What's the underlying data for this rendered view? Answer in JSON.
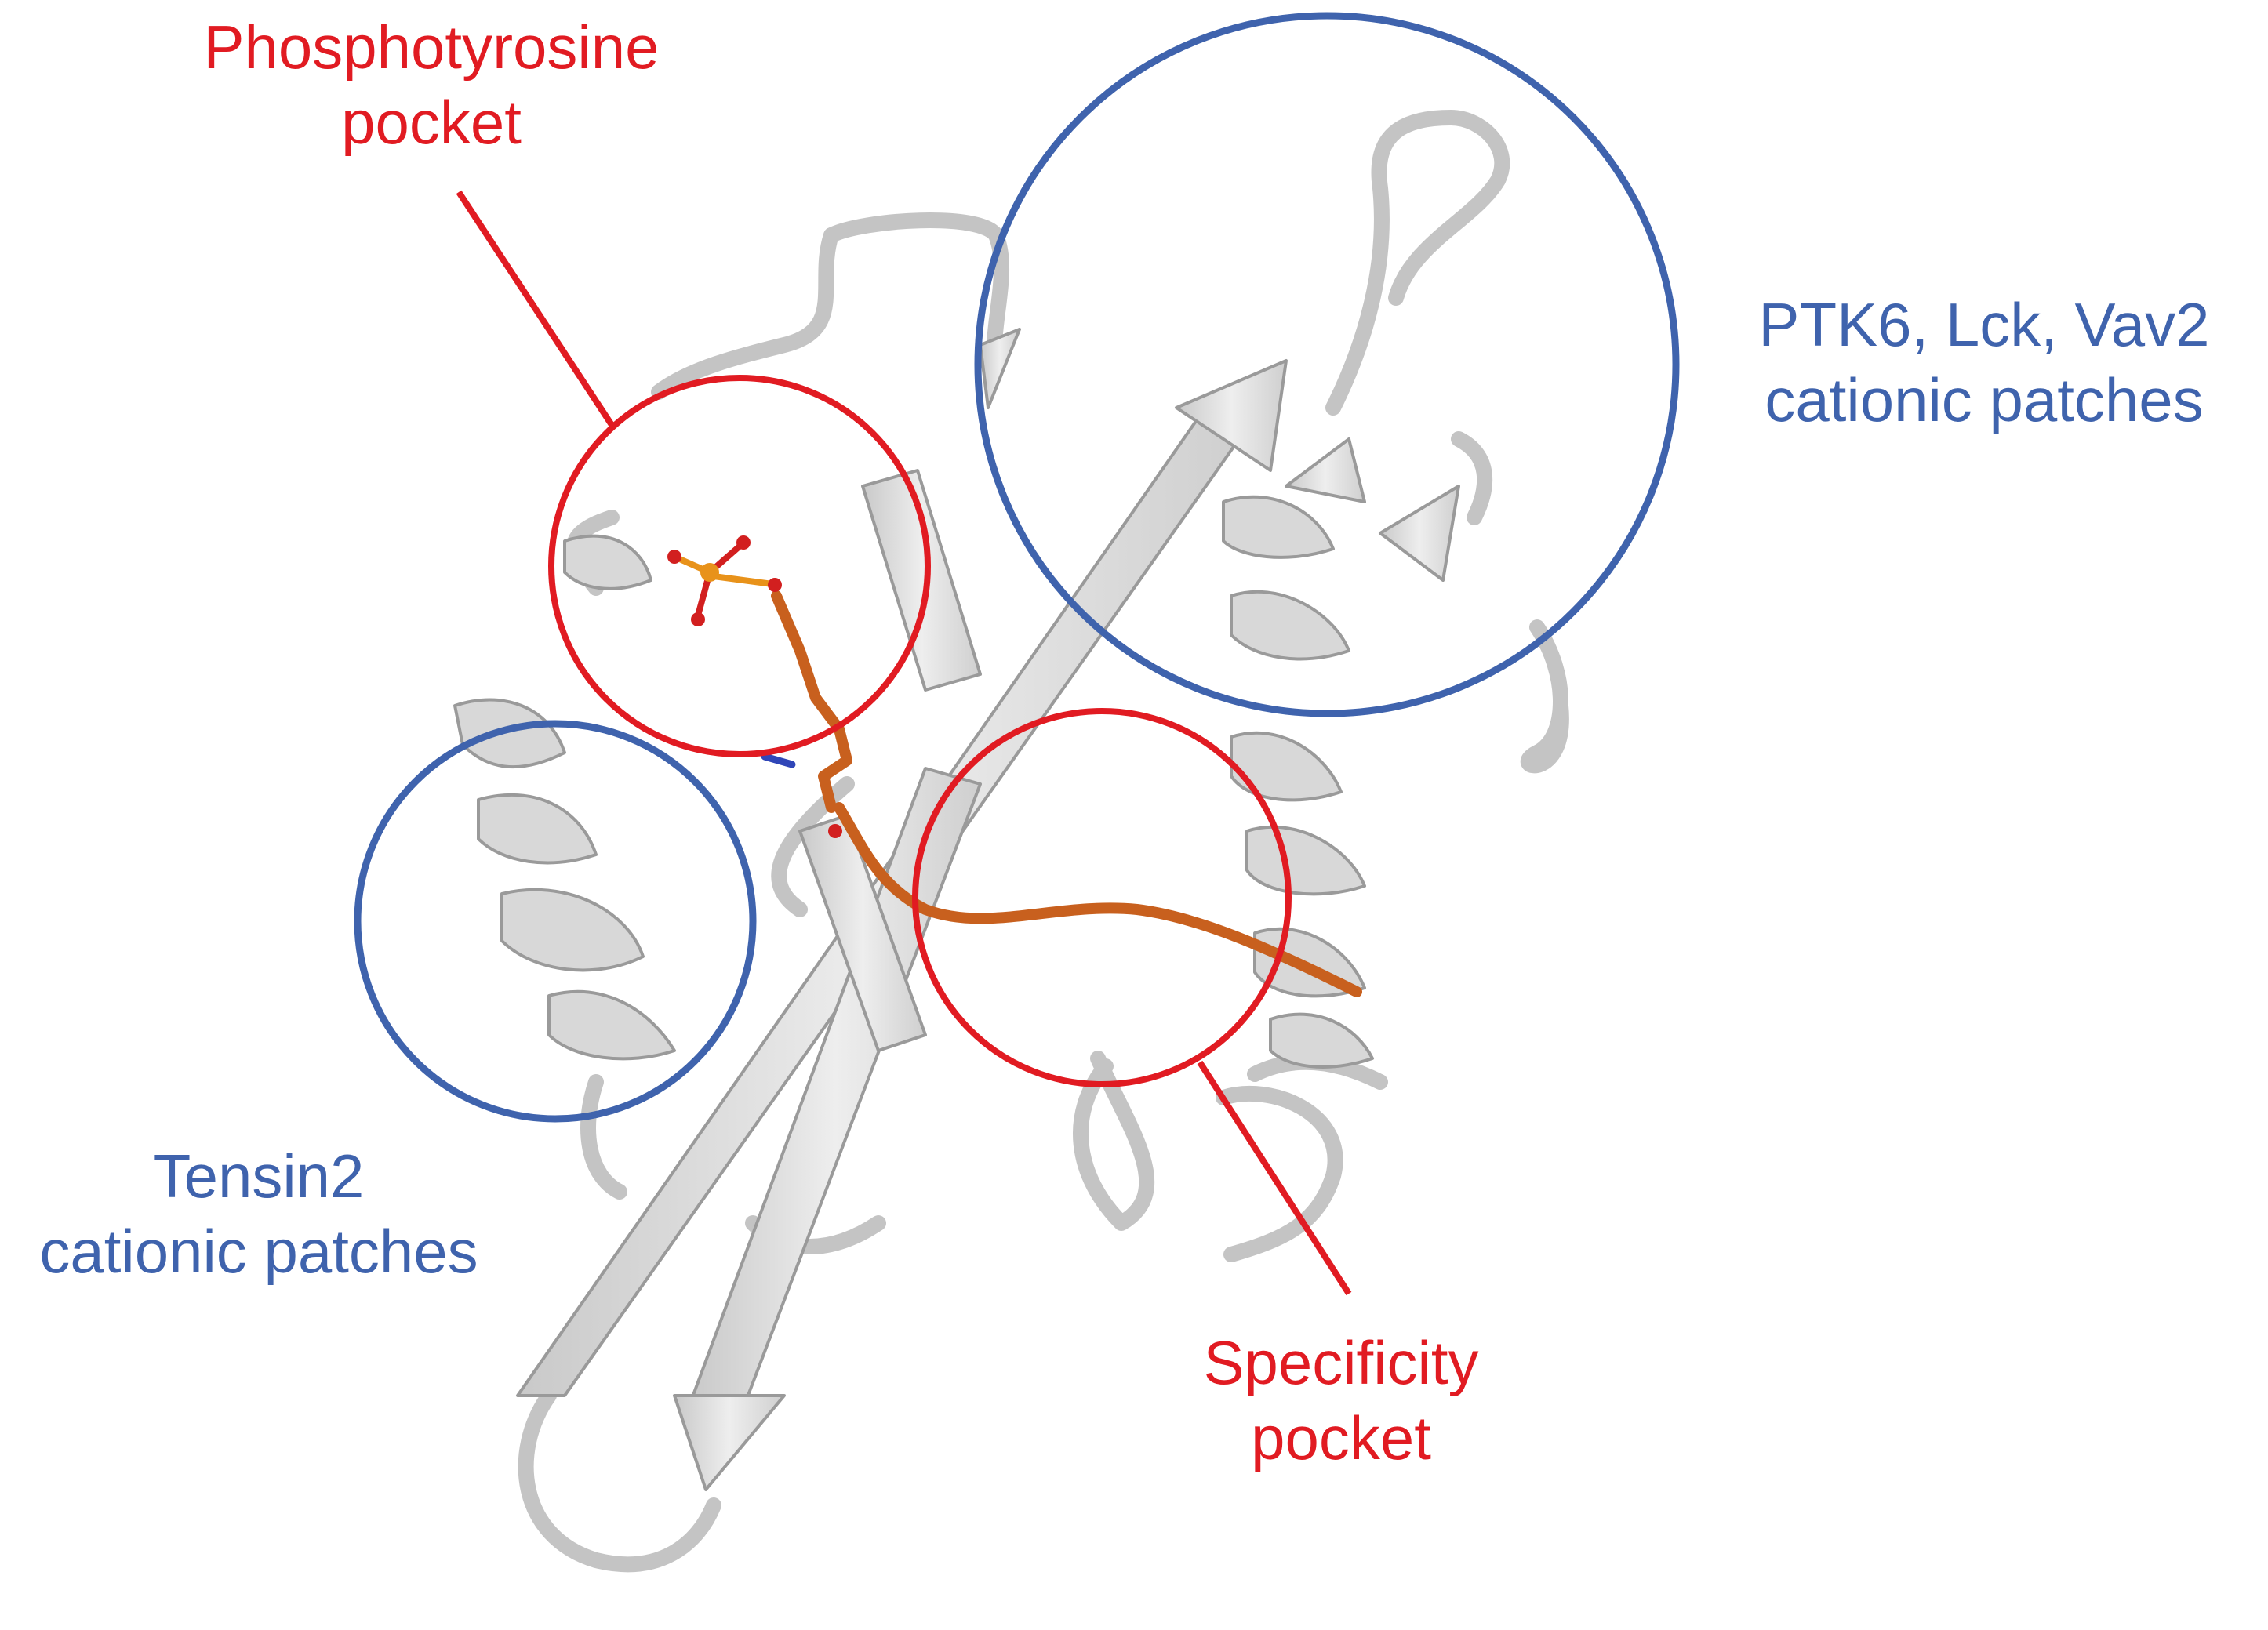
{
  "labels": {
    "phosphotyrosine": {
      "line1": "Phosphotyrosine",
      "line2": "pocket"
    },
    "ptk6": {
      "line1": "PTK6, Lck, Vav2",
      "line2": "cationic patches"
    },
    "tensin2": {
      "line1": "Tensin2",
      "line2": "cationic patches"
    },
    "specificity": {
      "line1": "Specificity",
      "line2": "pocket"
    }
  },
  "colors": {
    "pocket_outline": "#e11b22",
    "patch_outline": "#3f63ad",
    "ribbon": "#dcdcdc",
    "ribbon_edge": "#9a9a9a",
    "peptide": "#c8601e",
    "phosphate": "#e8921a",
    "oxygen": "#d21f1f",
    "nitrogen": "#3046b8"
  }
}
